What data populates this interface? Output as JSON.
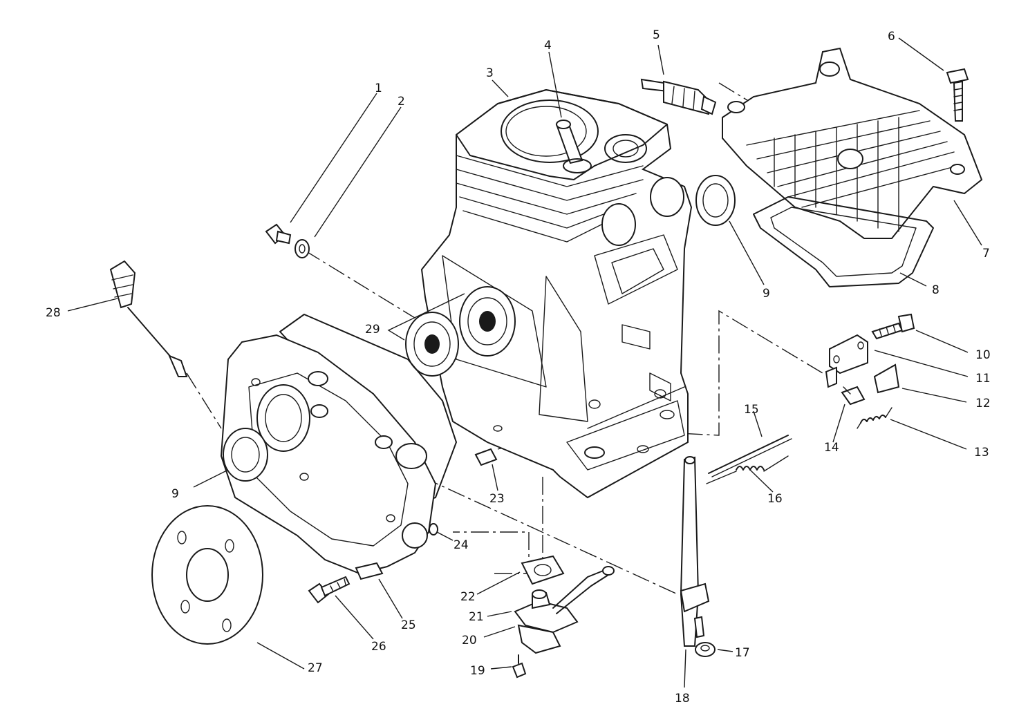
{
  "callouts": [
    {
      "id": "p1",
      "text": "1"
    },
    {
      "id": "p2",
      "text": "2"
    },
    {
      "id": "p3",
      "text": "3"
    },
    {
      "id": "p4",
      "text": "4"
    },
    {
      "id": "p5",
      "text": "5"
    },
    {
      "id": "p6",
      "text": "6"
    },
    {
      "id": "p7",
      "text": "7"
    },
    {
      "id": "p8",
      "text": "8"
    },
    {
      "id": "p9a",
      "text": "9"
    },
    {
      "id": "p9b",
      "text": "9"
    },
    {
      "id": "p10",
      "text": "10"
    },
    {
      "id": "p11",
      "text": "11"
    },
    {
      "id": "p12",
      "text": "12"
    },
    {
      "id": "p13",
      "text": "13"
    },
    {
      "id": "p14",
      "text": "14"
    },
    {
      "id": "p15",
      "text": "15"
    },
    {
      "id": "p16",
      "text": "16"
    },
    {
      "id": "p17",
      "text": "17"
    },
    {
      "id": "p18",
      "text": "18"
    },
    {
      "id": "p19",
      "text": "19"
    },
    {
      "id": "p20",
      "text": "20"
    },
    {
      "id": "p21",
      "text": "21"
    },
    {
      "id": "p22",
      "text": "22"
    },
    {
      "id": "p23",
      "text": "23"
    },
    {
      "id": "p24",
      "text": "24"
    },
    {
      "id": "p25",
      "text": "25"
    },
    {
      "id": "p26",
      "text": "26"
    },
    {
      "id": "p27",
      "text": "27"
    },
    {
      "id": "p28",
      "text": "28"
    },
    {
      "id": "p29",
      "text": "29"
    }
  ]
}
